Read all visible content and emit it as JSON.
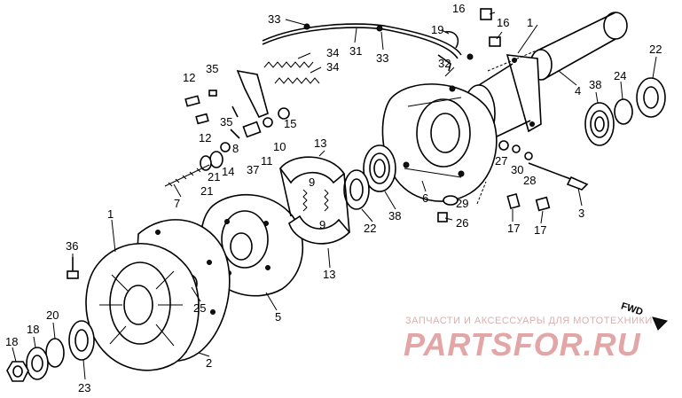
{
  "watermark": {
    "subtitle": "ЗАПЧАСТИ И АКСЕССУАРЫ ДЛЯ МОТОТЕХНИКИ",
    "logo": "PARTSFOR.RU"
  },
  "direction_mark": "FWD",
  "callouts": [
    {
      "id": "c1a",
      "text": "1"
    },
    {
      "id": "c1b",
      "text": "1"
    },
    {
      "id": "c2",
      "text": "2"
    },
    {
      "id": "c3",
      "text": "3"
    },
    {
      "id": "c4",
      "text": "4"
    },
    {
      "id": "c5",
      "text": "5"
    },
    {
      "id": "c6",
      "text": "6"
    },
    {
      "id": "c7",
      "text": "7"
    },
    {
      "id": "c8",
      "text": "8"
    },
    {
      "id": "c9a",
      "text": "9"
    },
    {
      "id": "c9b",
      "text": "9"
    },
    {
      "id": "c10",
      "text": "10"
    },
    {
      "id": "c11",
      "text": "11"
    },
    {
      "id": "c12a",
      "text": "12"
    },
    {
      "id": "c12b",
      "text": "12"
    },
    {
      "id": "c13a",
      "text": "13"
    },
    {
      "id": "c13b",
      "text": "13"
    },
    {
      "id": "c14",
      "text": "14"
    },
    {
      "id": "c15",
      "text": "15"
    },
    {
      "id": "c16a",
      "text": "16"
    },
    {
      "id": "c16b",
      "text": "16"
    },
    {
      "id": "c17a",
      "text": "17"
    },
    {
      "id": "c17b",
      "text": "17"
    },
    {
      "id": "c18a",
      "text": "18"
    },
    {
      "id": "c18b",
      "text": "18"
    },
    {
      "id": "c19",
      "text": "19"
    },
    {
      "id": "c20",
      "text": "20"
    },
    {
      "id": "c21a",
      "text": "21"
    },
    {
      "id": "c21b",
      "text": "21"
    },
    {
      "id": "c22a",
      "text": "22"
    },
    {
      "id": "c22b",
      "text": "22"
    },
    {
      "id": "c23",
      "text": "23"
    },
    {
      "id": "c24",
      "text": "24"
    },
    {
      "id": "c25",
      "text": "25"
    },
    {
      "id": "c26",
      "text": "26"
    },
    {
      "id": "c27",
      "text": "27"
    },
    {
      "id": "c28",
      "text": "28"
    },
    {
      "id": "c29",
      "text": "29"
    },
    {
      "id": "c30",
      "text": "30"
    },
    {
      "id": "c31",
      "text": "31"
    },
    {
      "id": "c32",
      "text": "32"
    },
    {
      "id": "c33a",
      "text": "33"
    },
    {
      "id": "c33b",
      "text": "33"
    },
    {
      "id": "c34a",
      "text": "34"
    },
    {
      "id": "c34b",
      "text": "34"
    },
    {
      "id": "c35a",
      "text": "35"
    },
    {
      "id": "c35b",
      "text": "35"
    },
    {
      "id": "c36",
      "text": "36"
    },
    {
      "id": "c37",
      "text": "37"
    },
    {
      "id": "c38a",
      "text": "38"
    },
    {
      "id": "c38b",
      "text": "38"
    }
  ]
}
